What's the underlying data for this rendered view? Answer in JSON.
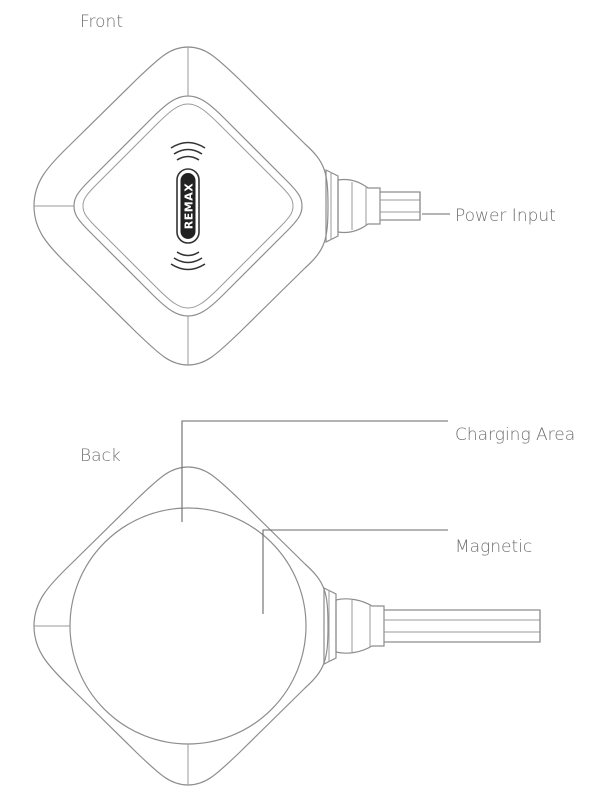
{
  "labels": {
    "front": "Front",
    "back": "Back",
    "power_input": "Power Input",
    "charging_area": "Charging Area",
    "magnetic": "Magnetic"
  },
  "brand": {
    "logo_text": "REMAX"
  }
}
